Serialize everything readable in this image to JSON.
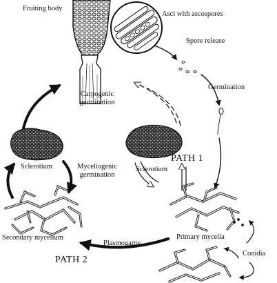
{
  "labels": {
    "fruiting_body": "Fruiting body",
    "asci": "Asci with ascospores",
    "spore_release": "Spore release",
    "germination": "Germination",
    "carpogenic_1": "Carpogenic",
    "carpogenic_2": "germination",
    "sclerotium_left": "Sclerotium",
    "myceliogenic_1": "Myceliogenic",
    "myceliogenic_2": "germination",
    "sclerotium_mid": "Sclerotium",
    "path1": "PATH 1",
    "secondary_mycelium": "Secondary mycelium",
    "plasmogamy": "Plasmogamy",
    "primary_mycelia": "Primary mycelia",
    "path2": "PATH 2",
    "conidia": "Conidia"
  }
}
